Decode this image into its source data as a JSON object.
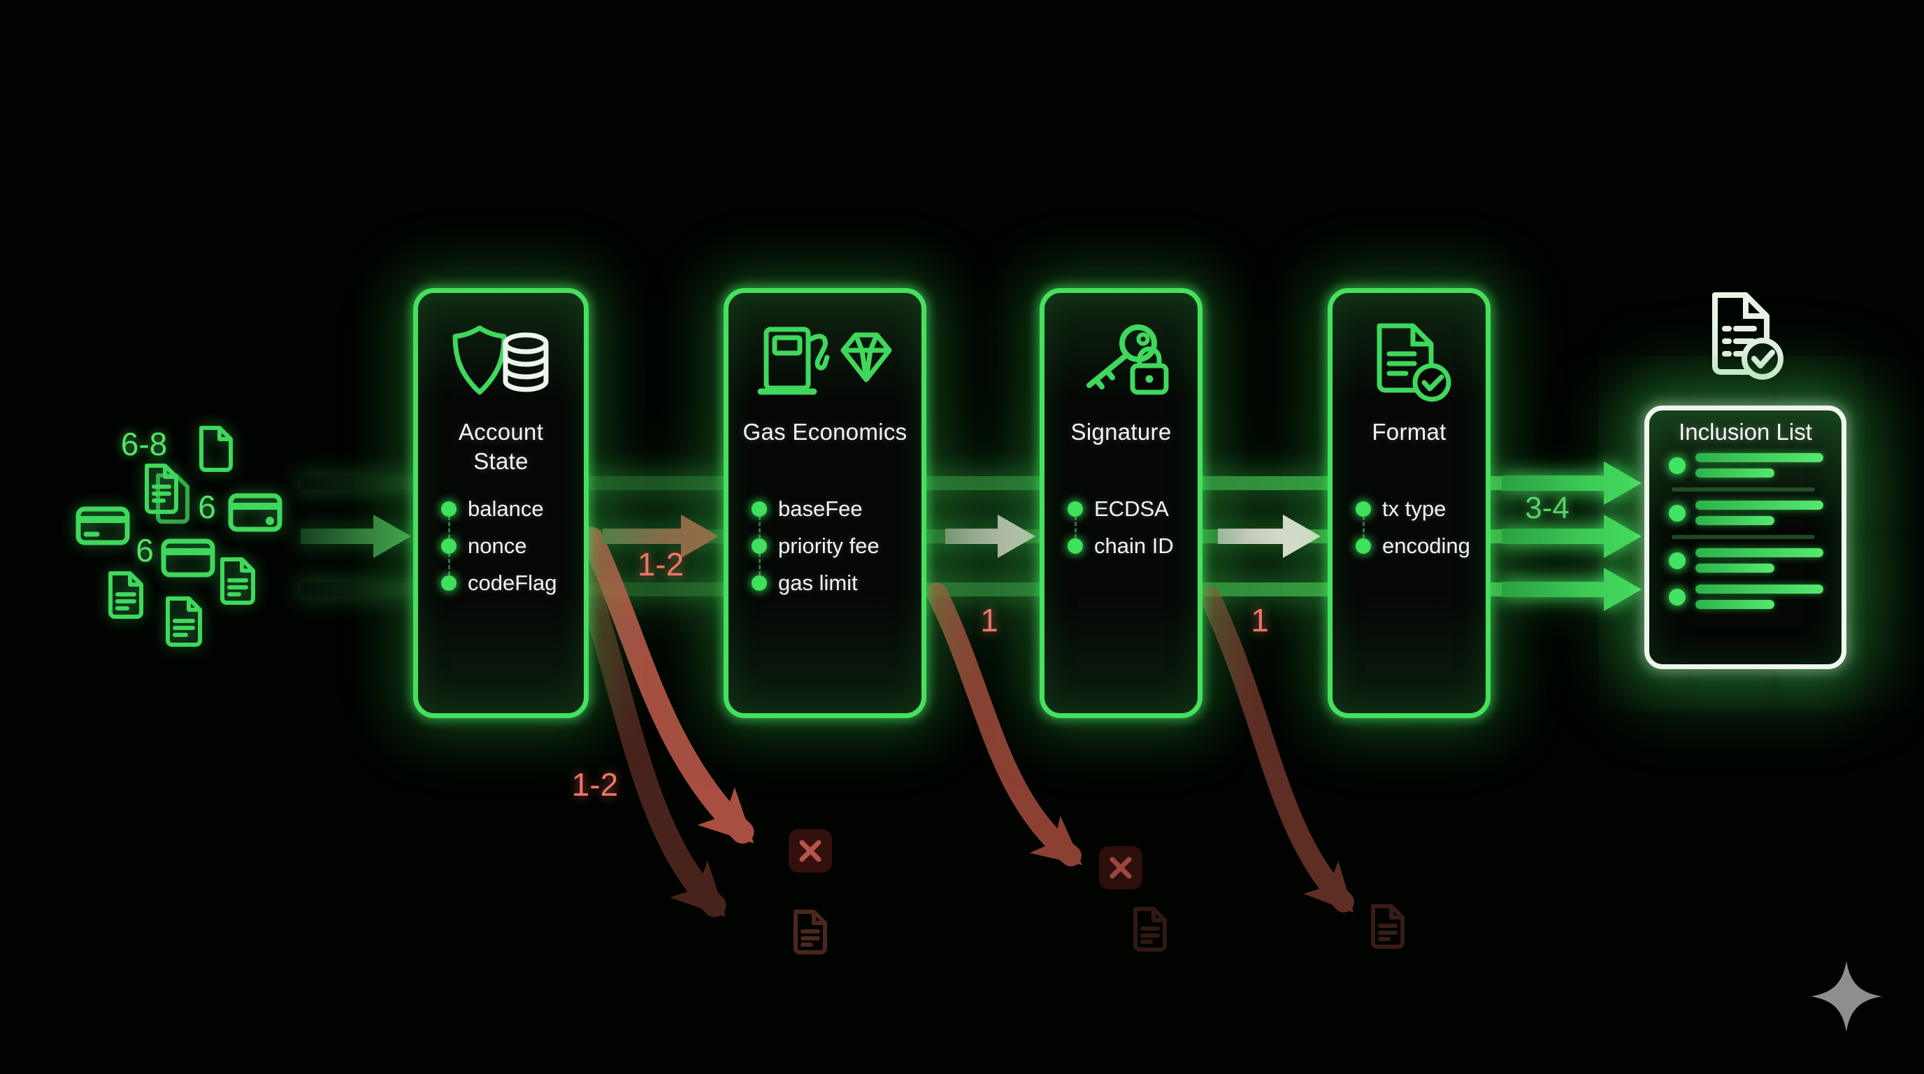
{
  "mempool": {
    "count_labels": [
      "6-8",
      "6",
      "6"
    ],
    "icons": [
      "doc-icon",
      "doc-stack-icon",
      "card-icon",
      "card-icon",
      "card-icon",
      "doc-lines-icon",
      "doc-lines-icon",
      "doc-lines-icon"
    ]
  },
  "stages": [
    {
      "title": "Account State",
      "icon": "shield-database-icon",
      "items": [
        "balance",
        "nonce",
        "codeFlag"
      ]
    },
    {
      "title": "Gas Economics",
      "icon": "fuel-pump-diamond-icon",
      "items": [
        "baseFee",
        "priority fee",
        "gas limit"
      ]
    },
    {
      "title": "Signature",
      "icon": "key-lock-icon",
      "items": [
        "ECDSA",
        "chain ID"
      ]
    },
    {
      "title": "Format",
      "icon": "document-check-icon",
      "items": [
        "tx type",
        "encoding"
      ]
    }
  ],
  "inclusion_list": {
    "title": "Inclusion List",
    "row_count": 4,
    "icon": "checklist-check-icon"
  },
  "edge_labels": {
    "reject_account_state": "1-2",
    "reject_account_state_curve": "1-2",
    "reject_gas_economics": "1",
    "reject_signature": "1",
    "to_inclusion": "3-4"
  },
  "rejected": {
    "x_icon": "x-square-icon",
    "doc_icon": "doc-icon"
  },
  "decoration": {
    "sparkle_icon": "four-point-star-icon"
  },
  "colors": {
    "background": "#000000",
    "box_border_green": "#46e05f",
    "icon_green": "#3fd85c",
    "bright_arrow_green": "#4ae465",
    "reject_red": "#ee7568",
    "curve_red": "#c05a4c",
    "text_white": "#f5f7f4",
    "inclusion_border_white": "#eef6ee",
    "sparkle_gray": "#8e8e8e"
  }
}
